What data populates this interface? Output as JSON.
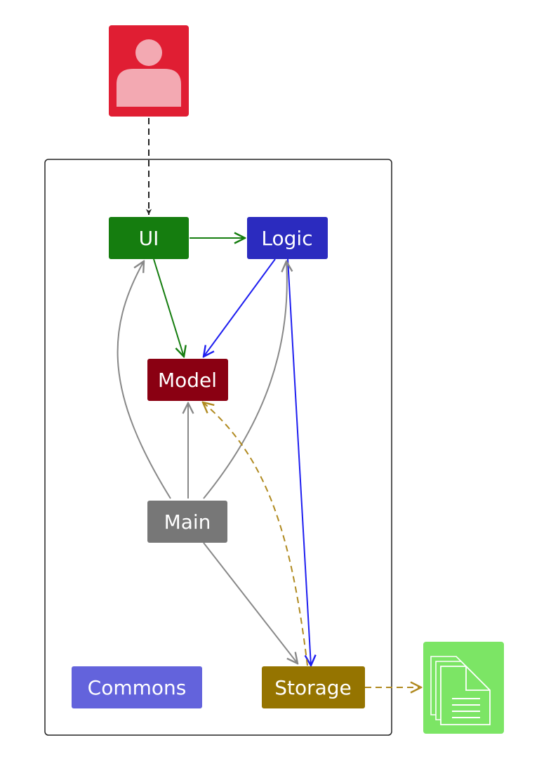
{
  "diagram": {
    "components": {
      "ui": {
        "label": "UI",
        "color": "#157d0f"
      },
      "logic": {
        "label": "Logic",
        "color": "#2b2bbf"
      },
      "model": {
        "label": "Model",
        "color": "#8a0012"
      },
      "main": {
        "label": "Main",
        "color": "#777777"
      },
      "storage": {
        "label": "Storage",
        "color": "#957400"
      },
      "commons": {
        "label": "Commons",
        "color": "#6363dc"
      }
    },
    "user": {
      "icon": "user-actor-icon",
      "color": "#e01e33"
    },
    "file": {
      "icon": "file-storage-icon",
      "color": "#7ce565"
    }
  }
}
